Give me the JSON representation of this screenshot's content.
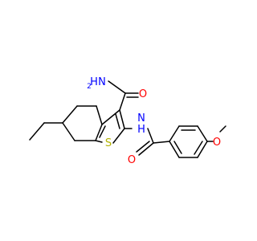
{
  "molecule": {
    "colors": {
      "bond": "#000000",
      "oxygen": "#ff0000",
      "nitrogen": "#0000ff",
      "sulfur": "#b2b200",
      "background": "#ffffff"
    },
    "atom_labels": {
      "amide_N_main": "N",
      "amide_N_h2": "H",
      "amide_N_sub": "2",
      "amide_O": "O",
      "nh_N": "N",
      "nh_H": "H",
      "thiophene_S": "S",
      "benzamide_O": "O",
      "methoxy_O": "O"
    }
  }
}
